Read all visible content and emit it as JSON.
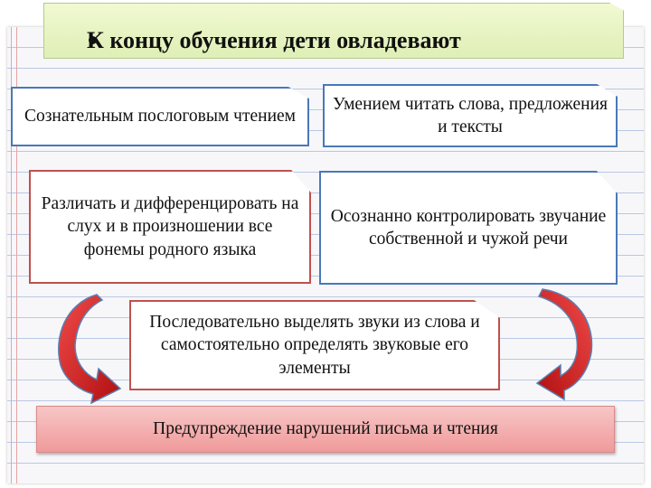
{
  "header": {
    "title": "К концу обучения дети овладевают"
  },
  "boxes": {
    "syllabic_reading": "Сознательным послоговым чтением",
    "read_words": "Умением читать слова, предложения и тексты",
    "distinguish_phonemes": "Различать и дифференцировать на слух и в произношении все фонемы родного языка",
    "control_speech": "Осознанно контролировать звучание собственной и чужой речи",
    "sound_analysis": "Последовательно выделять звуки из слова и самостоятельно определять звуковые его элементы"
  },
  "banner": {
    "label": "Предупреждение нарушений письма и чтения"
  },
  "colors": {
    "blue_border": "#4a78b8",
    "red_border": "#c0504d",
    "arrow_red": "#d42020",
    "header_fill": "#e6f3c2",
    "banner_fill": "#f4b0b0"
  },
  "icons": {
    "left_arrow": "curved-arrow-down-right-icon",
    "right_arrow": "curved-arrow-down-left-icon"
  }
}
